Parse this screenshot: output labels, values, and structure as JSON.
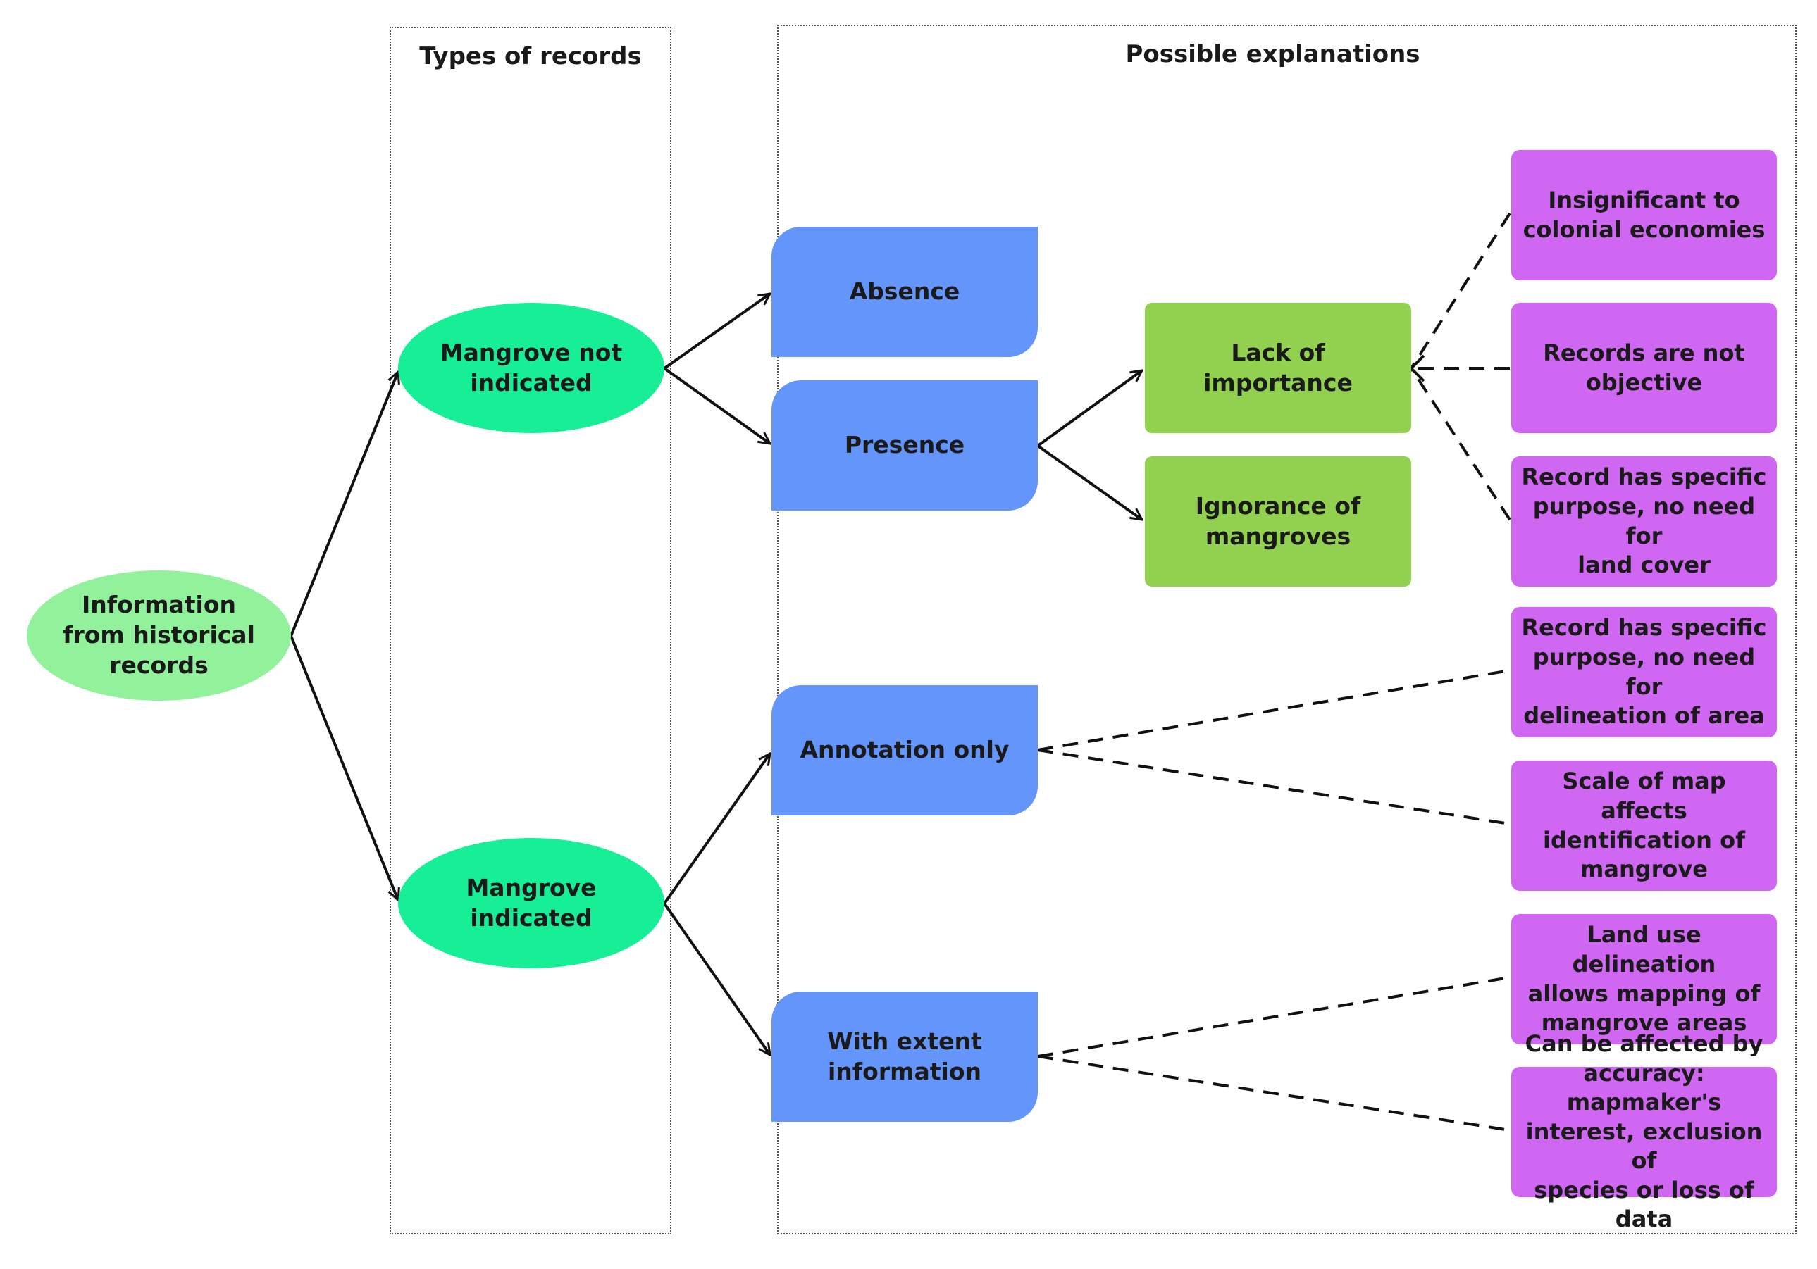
{
  "panels": {
    "types_title": "Types of records",
    "explanations_title": "Possible explanations"
  },
  "nodes": {
    "root": "Information\nfrom historical\nrecords",
    "not_indicated": "Mangrove not\nindicated",
    "indicated": "Mangrove\nindicated",
    "absence": "Absence",
    "presence": "Presence",
    "annotation_only": "Annotation only",
    "with_extent": "With extent\ninformation",
    "lack_importance": "Lack of importance",
    "ignorance": "Ignorance of\nmangroves",
    "insignificant": "Insignificant to\ncolonial economies",
    "not_objective": "Records are not\nobjective",
    "purpose_land_cover": "Record has specific\npurpose, no need for\nland cover",
    "purpose_delineation": "Record has specific\npurpose, no need for\ndelineation of area",
    "scale": "Scale of map affects\nidentification of\nmangrove",
    "land_use": "Land use delineation\nallows mapping of\nmangrove areas",
    "accuracy": "Can be affected by\naccuracy: mapmaker's\ninterest, exclusion of\nspecies or loss of data"
  },
  "colors": {
    "root": "#92f29c",
    "record_type": "#17ef97",
    "record_state": "#6495fa",
    "cause": "#92d050",
    "explanation": "#cf67f2"
  }
}
